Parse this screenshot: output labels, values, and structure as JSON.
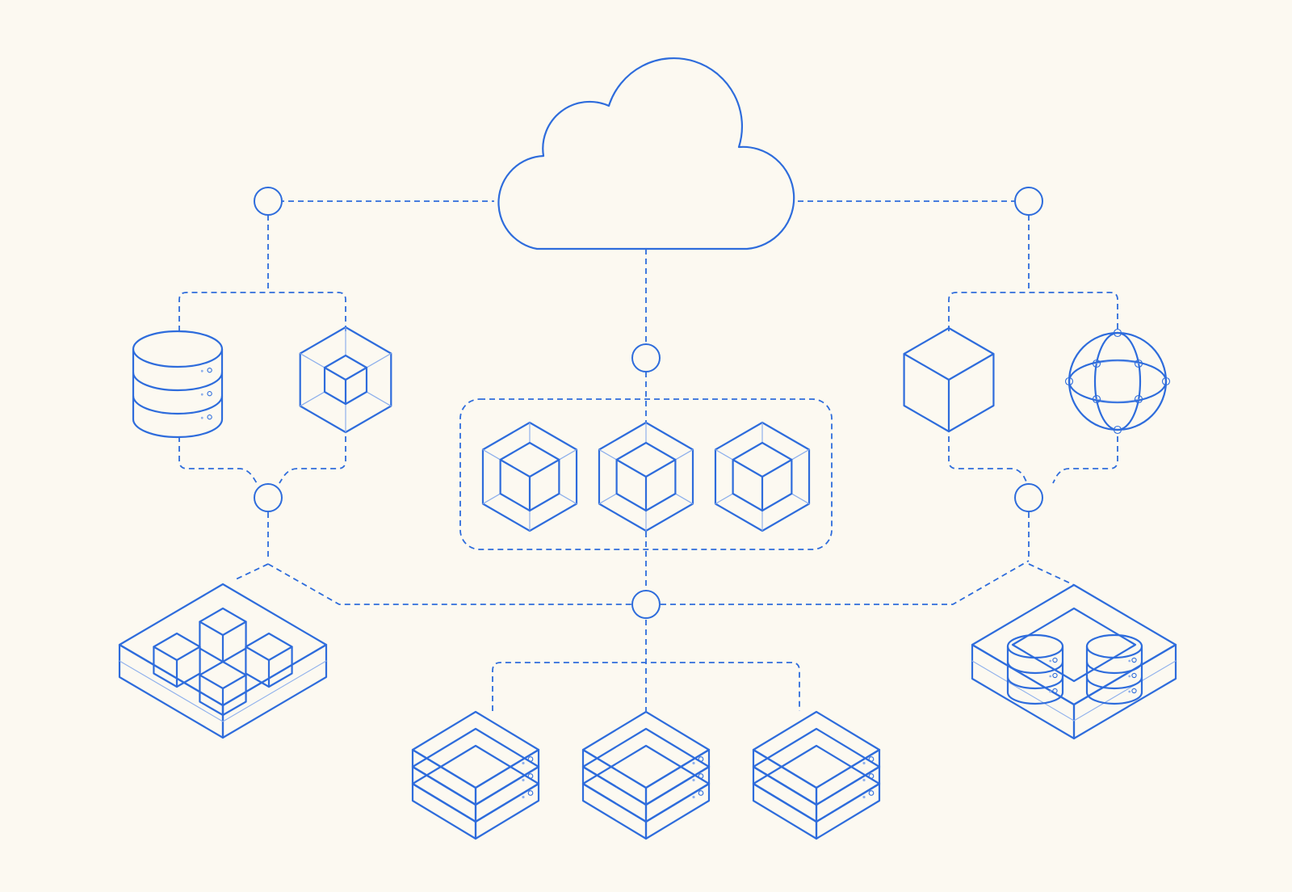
{
  "diagram": {
    "colors": {
      "background": "#fcf9f1",
      "stroke": "#2e6cdc",
      "stroke_light": "#8fb0ec"
    },
    "icons": {
      "cloud": "cloud-icon",
      "database": "database-icon",
      "container": "container-icon",
      "cube": "cube-icon",
      "globe": "globe-icon",
      "cluster": "container-cluster-icon",
      "server_rack": "server-rack-icon",
      "storage_platform": "storage-platform-icon",
      "connector": "connector-node"
    },
    "groups": {
      "left": [
        "database",
        "container"
      ],
      "center": [
        "container",
        "container",
        "container"
      ],
      "right": [
        "cube",
        "globe"
      ],
      "bottom": [
        "server_rack",
        "server_rack",
        "server_rack"
      ]
    }
  }
}
